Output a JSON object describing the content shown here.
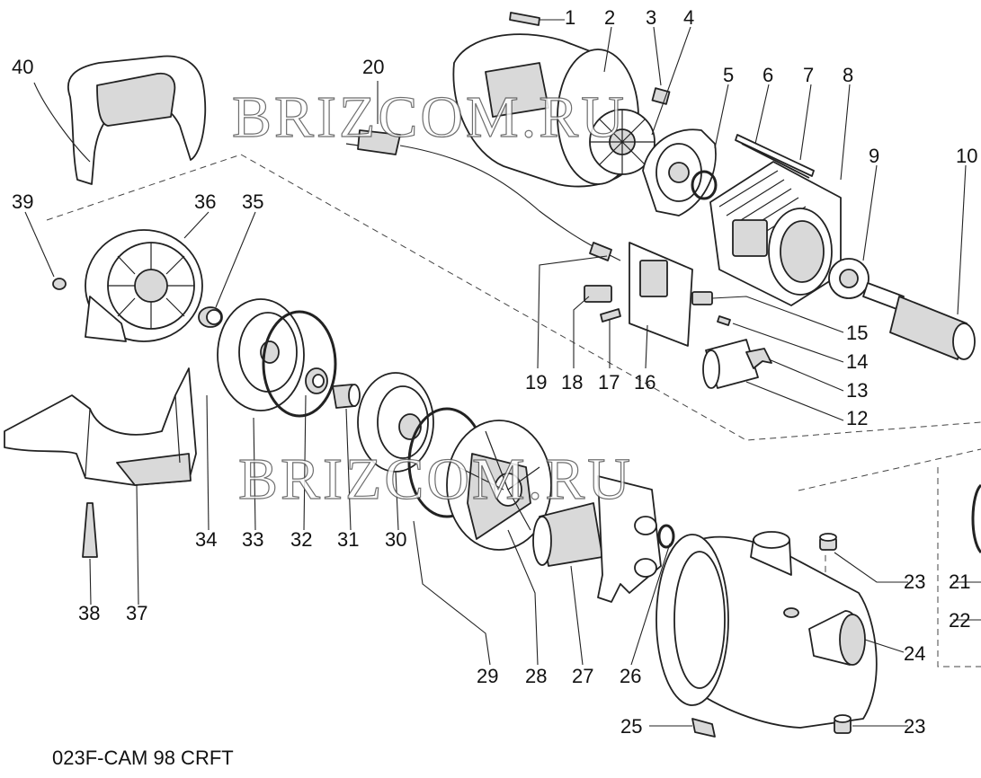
{
  "callouts": {
    "n1": "1",
    "n2": "2",
    "n3": "3",
    "n4": "4",
    "n5": "5",
    "n6": "6",
    "n7": "7",
    "n8": "8",
    "n9": "9",
    "n10": "10",
    "n12": "12",
    "n13": "13",
    "n14": "14",
    "n15": "15",
    "n16": "16",
    "n17": "17",
    "n18": "18",
    "n19": "19",
    "n20": "20",
    "n21": "21",
    "n22": "22",
    "n23a": "23",
    "n23b": "23",
    "n24": "24",
    "n25": "25",
    "n26": "26",
    "n27": "27",
    "n28": "28",
    "n29": "29",
    "n30": "30",
    "n31": "31",
    "n32": "32",
    "n33": "33",
    "n34": "34",
    "n35": "35",
    "n36": "36",
    "n37": "37",
    "n38": "38",
    "n39": "39",
    "n40": "40"
  },
  "watermark_top": "BRIZCOM.RU",
  "watermark_mid": "BRIZCOM.RU",
  "footer_code": "023F-CAM 98 CRFT"
}
